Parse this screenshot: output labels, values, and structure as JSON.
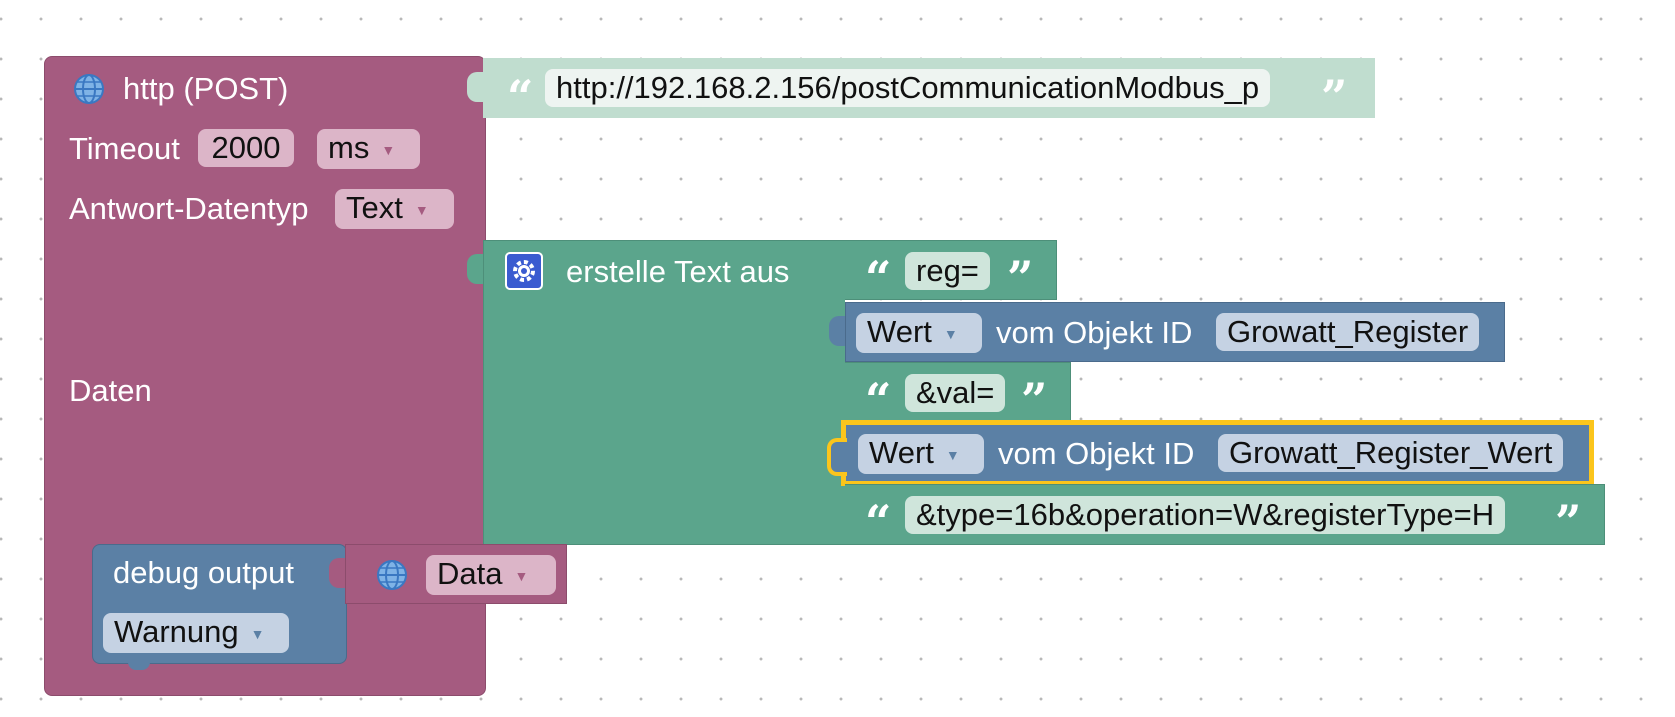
{
  "http_block": {
    "title": "http (POST)",
    "url": "http://192.168.2.156/postCommunicationModbus_p",
    "timeout_label": "Timeout",
    "timeout_value": "2000",
    "timeout_unit": "ms",
    "response_type_label": "Antwort-Datentyp",
    "response_type_value": "Text",
    "data_label": "Daten"
  },
  "join_block": {
    "label": "erstelle Text aus",
    "items": [
      {
        "kind": "text",
        "value": "reg="
      },
      {
        "kind": "object",
        "prop": "Wert",
        "label": "vom Objekt ID",
        "id": "Growatt_Register"
      },
      {
        "kind": "text",
        "value": "&val="
      },
      {
        "kind": "object",
        "prop": "Wert",
        "label": "vom Objekt ID",
        "id": "Growatt_Register_Wert"
      },
      {
        "kind": "text",
        "value": "&type=16b&operation=W&registerType=H"
      }
    ]
  },
  "debug_block": {
    "label": "debug output",
    "value_name": "Data",
    "level": "Warnung"
  },
  "icons": {
    "globe": "globe-icon",
    "gear": "gear-icon",
    "dropdown": "triangle-down-icon",
    "quote_open": "“",
    "quote_close": "”",
    "caret": "▼"
  },
  "colors": {
    "http": "#a55b80",
    "text": "#5ba58c",
    "object": "#5b80a5",
    "selected": "#fbc51c"
  }
}
